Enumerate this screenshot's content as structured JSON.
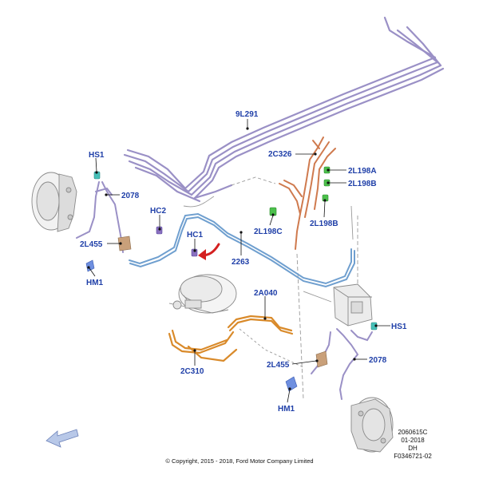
{
  "callouts": {
    "hs1_left": "HS1",
    "c2078_left": "2078",
    "l455_left": "2L455",
    "hm1_left": "HM1",
    "hc2": "HC2",
    "hc1": "HC1",
    "l291": "9L291",
    "c326": "2C326",
    "l198a": "2L198A",
    "l198b_upper": "2L198B",
    "l198c": "2L198C",
    "l198b_lower": "2L198B",
    "p2263": "2263",
    "a040": "2A040",
    "c310": "2C310",
    "l455_right": "2L455",
    "hm1_right": "HM1",
    "hs1_right": "HS1",
    "c2078_right": "2078"
  },
  "info_block": [
    "2060615C",
    "01-2018",
    "DH",
    "F0346721-02"
  ],
  "copyright": "© Copyright, 2015 - 2018, Ford Motor Company Limited",
  "colors": {
    "lavender_lines": "#9a90c6",
    "copper_lines": "#cf7a4e",
    "orange_lines": "#d98a2a",
    "blue_line": "#6f9fcf",
    "callout_text": "#1f3fa8",
    "green_clip": "#4cc04c",
    "red_arrow": "#d42020"
  }
}
